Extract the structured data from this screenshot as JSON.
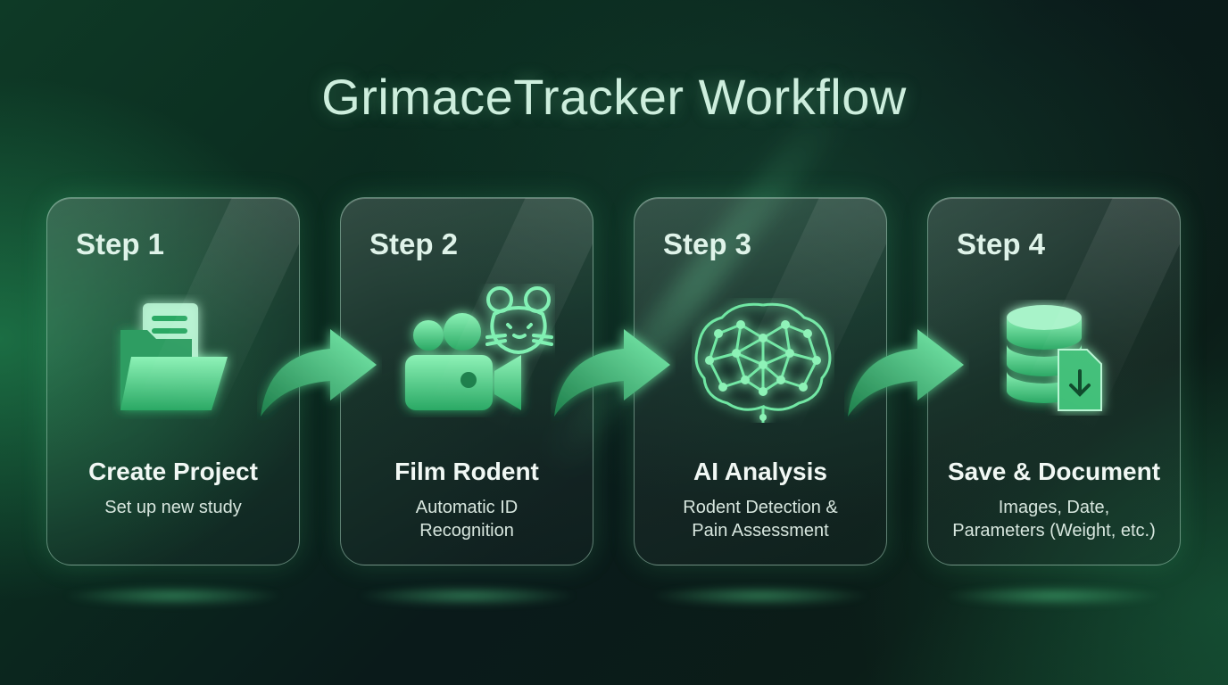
{
  "title": "GrimaceTracker Workflow",
  "steps": [
    {
      "label": "Step 1",
      "title": "Create Project",
      "description": "Set up new study",
      "icon": "folder-document-icon"
    },
    {
      "label": "Step 2",
      "title": "Film Rodent",
      "description": "Automatic ID\nRecognition",
      "icon": "video-camera-rodent-icon"
    },
    {
      "label": "Step 3",
      "title": "AI Analysis",
      "description": "Rodent Detection &\nPain Assessment",
      "icon": "neural-brain-icon"
    },
    {
      "label": "Step 4",
      "title": "Save & Document",
      "description": "Images, Date,\nParameters (Weight, etc.)",
      "icon": "database-download-icon"
    }
  ],
  "colors": {
    "accent": "#4fe08a",
    "accent_dark": "#1f8f55",
    "text": "#f1f8f4"
  }
}
